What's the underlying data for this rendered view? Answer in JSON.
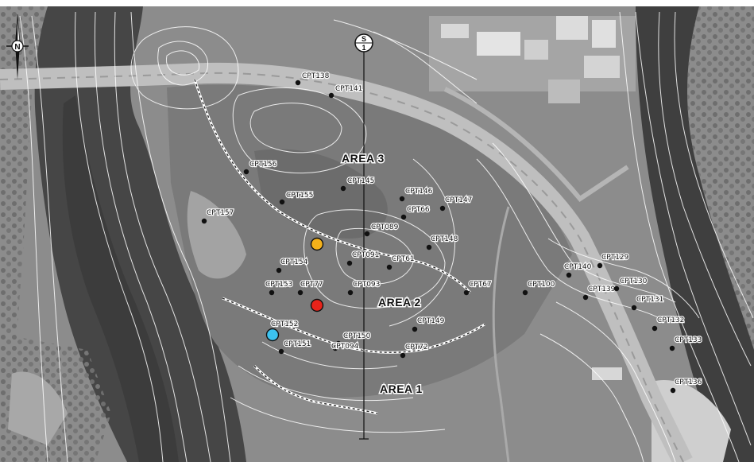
{
  "colors": {
    "water": "#4a4a4a",
    "land": "#8c8c8c",
    "contour": "#ffffff",
    "cpt_marker": "#111111",
    "marker_orange": "#f5b21a",
    "marker_red": "#e8231a",
    "marker_blue": "#3cc3f0"
  },
  "north_arrow": {
    "label": "N"
  },
  "section": {
    "label_top": "S",
    "label_bottom": "1"
  },
  "areas": [
    {
      "id": "area-3",
      "label": "AREA 3"
    },
    {
      "id": "area-2",
      "label": "AREA 2"
    },
    {
      "id": "area-1",
      "label": "AREA 1"
    }
  ],
  "cpt_points": [
    {
      "id": "cpt138",
      "label": "CPT138"
    },
    {
      "id": "cpt141",
      "label": "CPT141"
    },
    {
      "id": "cpt156",
      "label": "CPT156"
    },
    {
      "id": "cpt145",
      "label": "CPT145"
    },
    {
      "id": "cpt155",
      "label": "CPT155"
    },
    {
      "id": "cpt146",
      "label": "CPT146"
    },
    {
      "id": "cpt147",
      "label": "CPT147"
    },
    {
      "id": "cpt66",
      "label": "CPT66"
    },
    {
      "id": "cpt157",
      "label": "CPT157"
    },
    {
      "id": "cpt089",
      "label": "CPT089"
    },
    {
      "id": "cpt148",
      "label": "CPT148"
    },
    {
      "id": "cpt154",
      "label": "CPT154"
    },
    {
      "id": "cpt091",
      "label": "CPT091"
    },
    {
      "id": "cpt61",
      "label": "CPT61"
    },
    {
      "id": "cpt153",
      "label": "CPT153"
    },
    {
      "id": "cpt77",
      "label": "CPT77"
    },
    {
      "id": "cpt093",
      "label": "CPT093"
    },
    {
      "id": "cpt67",
      "label": "CPT67"
    },
    {
      "id": "cpt100",
      "label": "CPT100"
    },
    {
      "id": "cpt140",
      "label": "CPT140"
    },
    {
      "id": "cpt129",
      "label": "CPT129"
    },
    {
      "id": "cpt139",
      "label": "CPT139"
    },
    {
      "id": "cpt130",
      "label": "CPT130"
    },
    {
      "id": "cpt131",
      "label": "CPT131"
    },
    {
      "id": "cpt149",
      "label": "CPT149"
    },
    {
      "id": "cpt152",
      "label": "CPT152"
    },
    {
      "id": "cpt150",
      "label": "CPT150"
    },
    {
      "id": "cpt132",
      "label": "CPT132"
    },
    {
      "id": "cpt151",
      "label": "CPT151"
    },
    {
      "id": "cpt094",
      "label": "CPT094"
    },
    {
      "id": "cpt72",
      "label": "CPT72"
    },
    {
      "id": "cpt133",
      "label": "CPT133"
    },
    {
      "id": "cpt136",
      "label": "CPT136"
    }
  ],
  "highlight_markers": [
    {
      "id": "orange",
      "name": "orange-marker"
    },
    {
      "id": "red",
      "name": "red-marker"
    },
    {
      "id": "blue",
      "name": "blue-marker"
    }
  ]
}
